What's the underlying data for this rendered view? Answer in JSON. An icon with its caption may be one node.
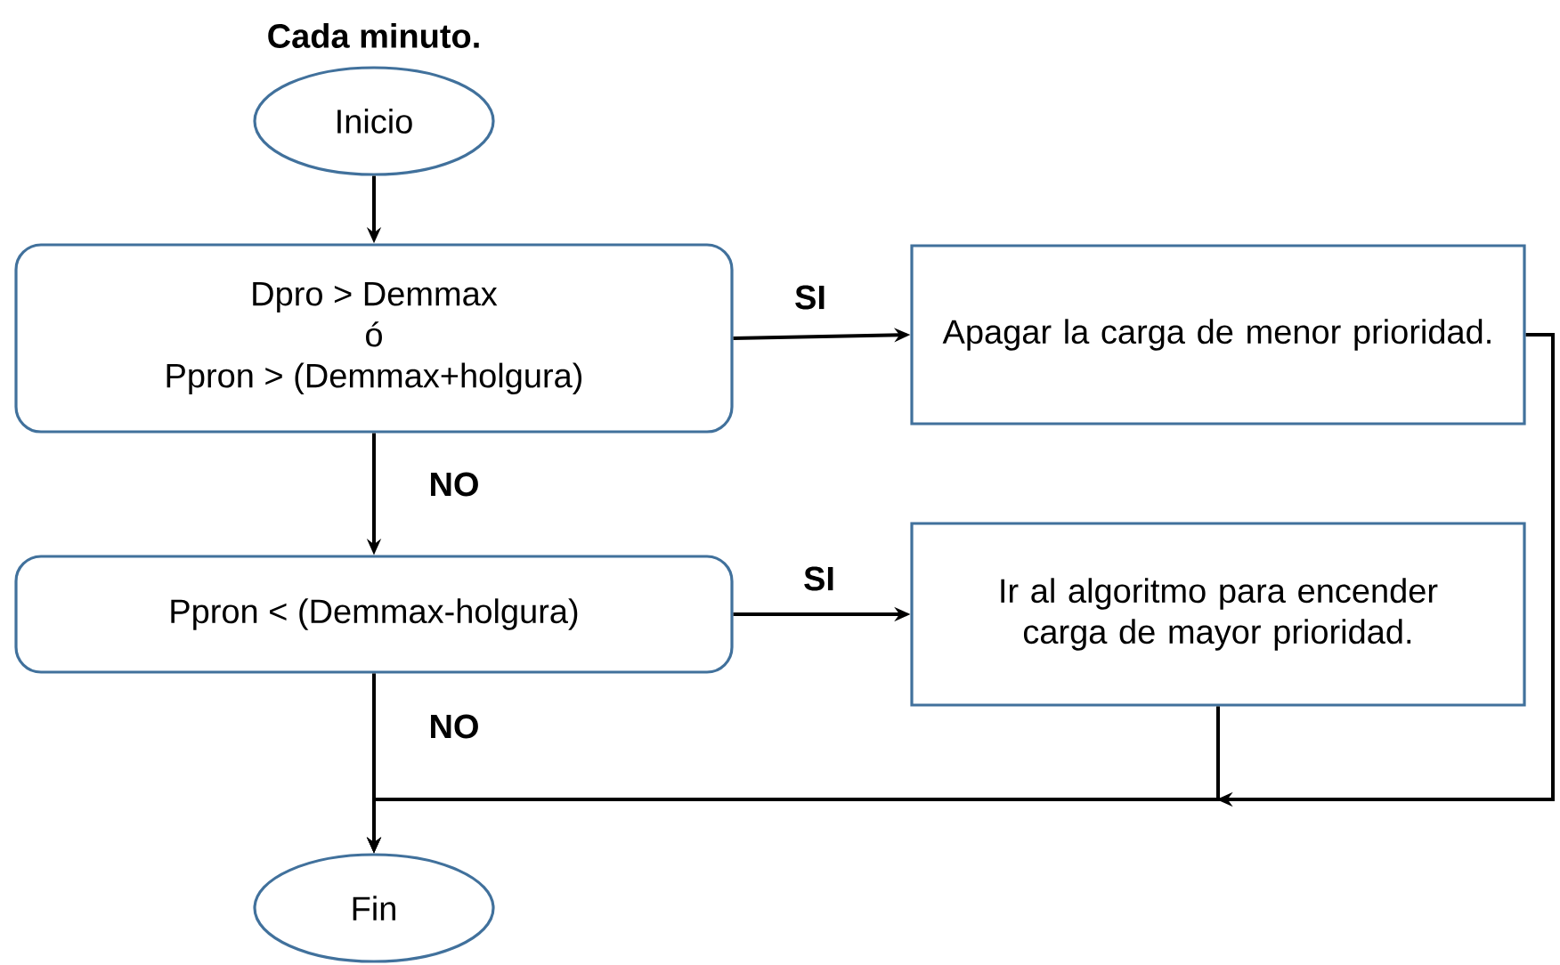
{
  "diagram": {
    "nodes": [
      {
        "text": [
          "Inicio"
        ],
        "beside": [
          "Cada minuto."
        ]
      },
      {
        "text": [
          "Dpro > Demmax",
          "ó",
          "Ppron > (Demmax+holgura)"
        ]
      },
      {
        "text": [
          "Apagar la carga de menor prioridad."
        ]
      },
      {
        "text": [
          "Ppron < (Demmax-holgura)"
        ]
      },
      {
        "text": [
          "Ir al algoritmo para encender carga de mayor prioridad."
        ]
      },
      {
        "text": [
          "Fin"
        ]
      }
    ],
    "edges": [
      {
        "from": 0,
        "to": 1,
        "arrow": "to"
      },
      {
        "from": 1,
        "to": 2,
        "arrow": "to",
        "label": "SI"
      },
      {
        "from": 1,
        "to": 3,
        "arrow": "to",
        "label": "NO"
      },
      {
        "from": 3,
        "to": 4,
        "arrow": "to",
        "label": "SI"
      },
      {
        "from": 3,
        "to": 5,
        "arrow": "to",
        "label": "NO"
      },
      {
        "from": 2,
        "to": 5,
        "arrow": "to"
      },
      {
        "from": 4,
        "to": 5,
        "arrow": "to"
      }
    ]
  }
}
